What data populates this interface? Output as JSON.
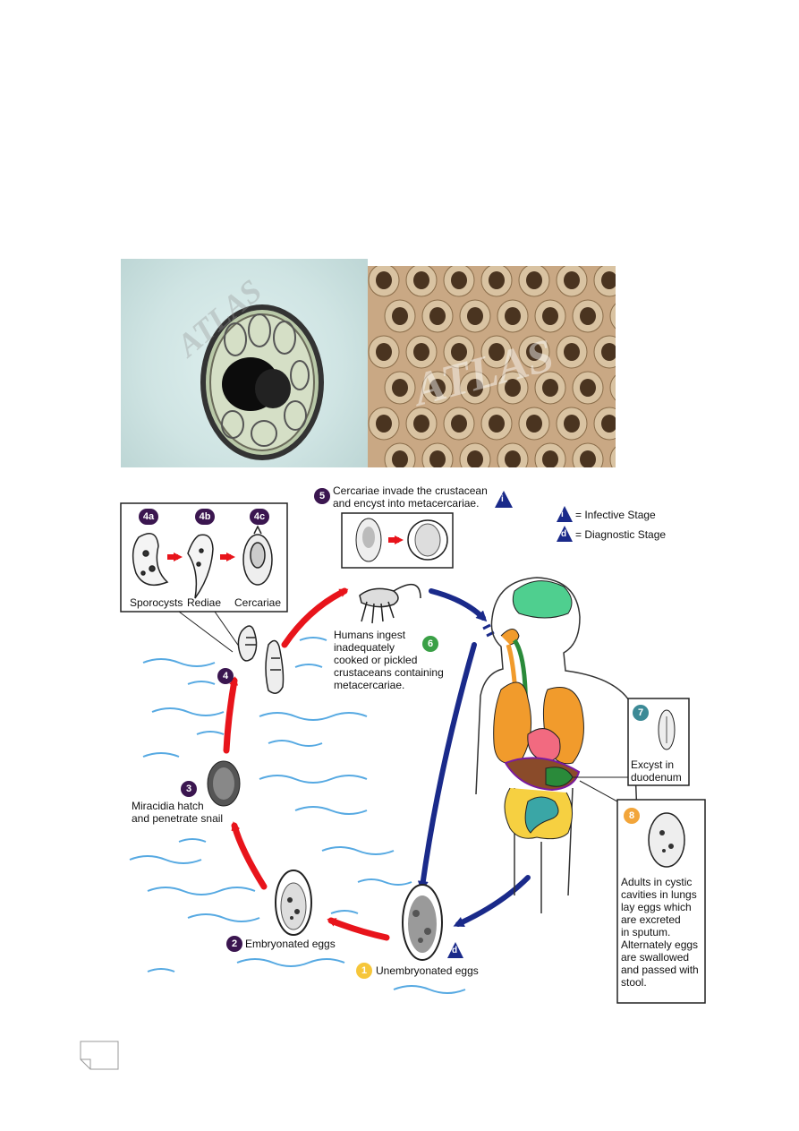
{
  "watermarks": {
    "left": "ATLAS",
    "right": "ATLAS"
  },
  "legend": {
    "infective_symbol": "i",
    "infective_label": "= Infective Stage",
    "diagnostic_symbol": "d",
    "diagnostic_label": "= Diagnostic Stage"
  },
  "stages": {
    "s1": {
      "num": "1",
      "label": "Unembryonated eggs"
    },
    "s2": {
      "num": "2",
      "label": "Embryonated eggs"
    },
    "s3": {
      "num": "3",
      "label_line1": "Miracidia hatch",
      "label_line2": "and penetrate snail"
    },
    "s4": {
      "num": "4"
    },
    "s4a": {
      "num": "4a",
      "label": "Sporocysts"
    },
    "s4b": {
      "num": "4b",
      "label": "Rediae"
    },
    "s4c": {
      "num": "4c",
      "label": "Cercariae"
    },
    "s5": {
      "num": "5",
      "label_line1": "Cercariae invade the crustacean",
      "label_line2": "and encyst into metacercariae."
    },
    "s6": {
      "num": "6",
      "line1": "Humans ingest",
      "line2": "inadequately",
      "line3": "cooked or pickled",
      "line4": "crustaceans containing",
      "line5": "metacercariae."
    },
    "s7": {
      "num": "7",
      "line1": "Excyst in",
      "line2": "duodenum"
    },
    "s8": {
      "num": "8",
      "line1": "Adults in cystic",
      "line2": "cavities in lungs",
      "line3": "lay eggs which",
      "line4": "are excreted",
      "line5": "in sputum.",
      "line6": "Alternately eggs",
      "line7": "are swallowed",
      "line8": "and passed with",
      "line9": "stool."
    }
  },
  "colors": {
    "red_arrow": "#e8141b",
    "blue_arrow": "#1a2a8a",
    "water": "#56a9e2",
    "badge_purple": "#3b1650"
  }
}
